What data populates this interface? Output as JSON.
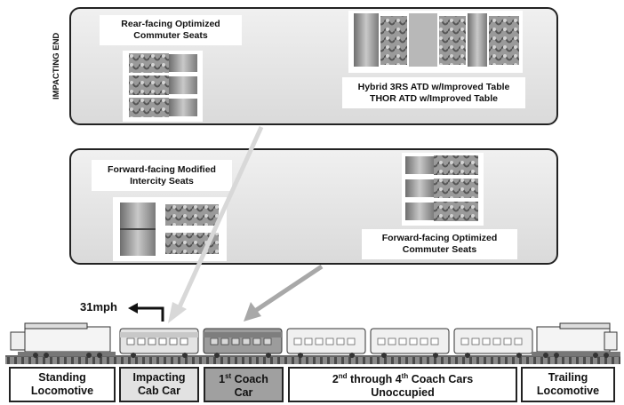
{
  "panel_top": {
    "side_label": "IMPACTING END",
    "rear_label": "Rear-facing Optimized\nCommuter Seats",
    "atd_label": "Hybrid 3RS ATD w/Improved Table\nTHOR ATD w/Improved Table"
  },
  "panel_bottom": {
    "intercity_label": "Forward-facing Modified\nIntercity Seats",
    "commuter_label": "Forward-facing Optimized\nCommuter Seats"
  },
  "speed_label": "31mph",
  "cars": {
    "standing": "Standing\nLocomotive",
    "impacting": "Impacting\nCab Car",
    "first_coach_num": "1",
    "first_coach_sup": "st",
    "first_coach_rest": " Coach\nCar",
    "second_num": "2",
    "second_sup": "nd",
    "second_rest": " through 4",
    "second_sup2": "th",
    "second_rest2": " Coach Cars\nUnoccupied",
    "trailing": "Trailing\nLocomotive"
  },
  "colors": {
    "panel_border": "#222222",
    "highlight_car": "#a0a0a0",
    "arrow_light": "#d8d8d8",
    "arrow_dark": "#a8a8a8"
  }
}
